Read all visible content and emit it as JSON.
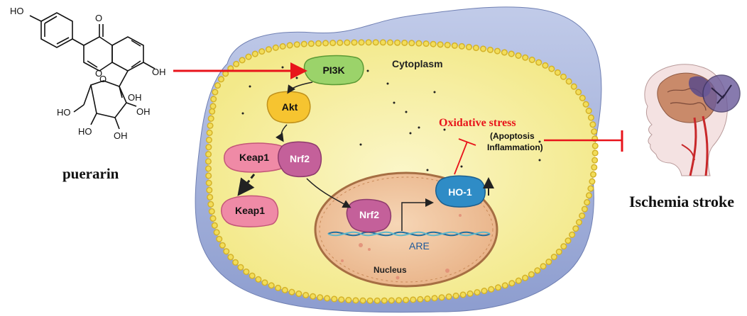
{
  "molecule": {
    "name": "puerarin",
    "groups": {
      "oh_top": "HO",
      "oh_right": "OH",
      "oh_sugar_1": "OH",
      "oh_sugar_2": "HO",
      "oh_sugar_3": "OH",
      "oh_sugar_4": "HO",
      "oh_sugar_5": "OH",
      "carbonyl_o": "O",
      "ring_o": "O",
      "sugar_o": "O"
    }
  },
  "cell": {
    "cytoplasm_label": "Cytoplasm",
    "nucleus_label": "Nucleus",
    "are_label": "ARE",
    "proteins": {
      "pi3k": "PI3K",
      "akt": "Akt",
      "keap1_bound": "Keap1",
      "nrf2_bound": "Nrf2",
      "keap1_free": "Keap1",
      "nrf2_nuclear": "Nrf2",
      "ho1": "HO-1"
    },
    "oxidative_stress": "Oxidative stress",
    "effects_line1": "(Apoptosis",
    "effects_line2": "Inflammation)"
  },
  "outcome": {
    "label": "Ischemia stroke"
  },
  "colors": {
    "activation_arrow": "#e8141b",
    "inhibition": "#e8141b",
    "pi3k": "#9bd36a",
    "akt": "#f6c430",
    "keap1": "#ef8aa6",
    "nrf2": "#c4609a",
    "ho1": "#2f8cc6",
    "cytoplasm": "#f7f0a5",
    "nucleus": "#f2c7a0",
    "membrane_bead": "#f2dd5a",
    "cell_shell": "#aab7dc"
  }
}
